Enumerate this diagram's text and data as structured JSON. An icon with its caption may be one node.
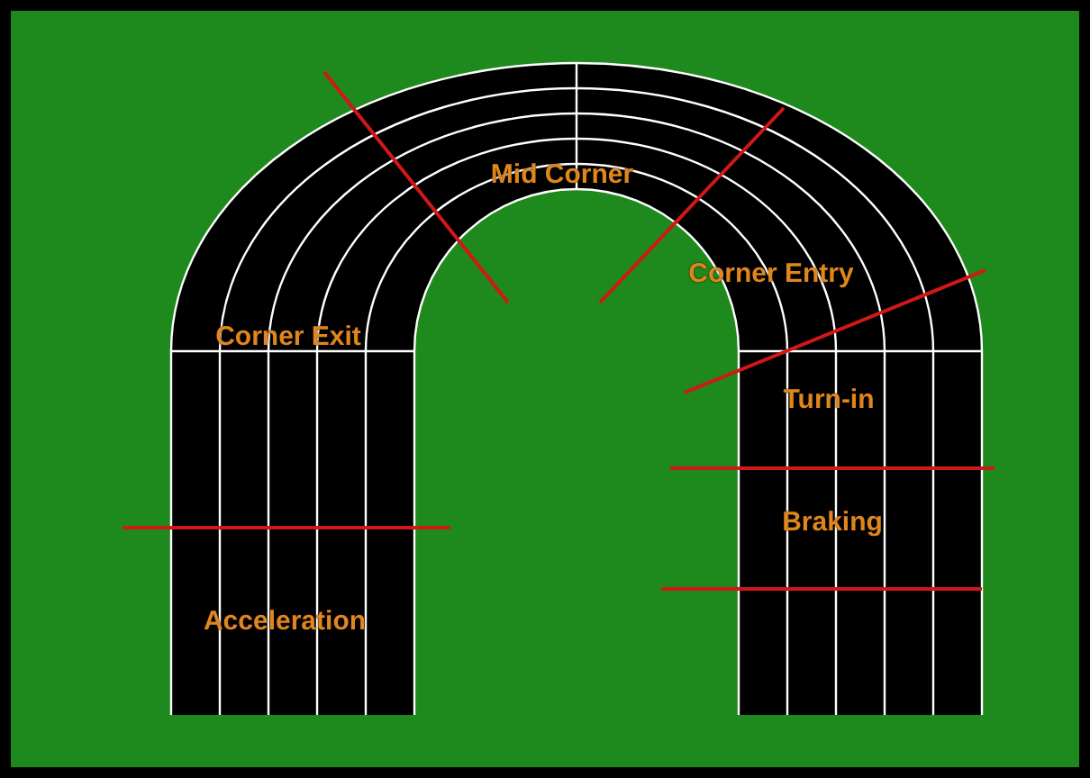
{
  "diagram": {
    "labels": [
      "Mid Corner",
      "Corner Entry",
      "Corner Exit",
      "Turn-in",
      "Braking",
      "Acceleration"
    ]
  }
}
